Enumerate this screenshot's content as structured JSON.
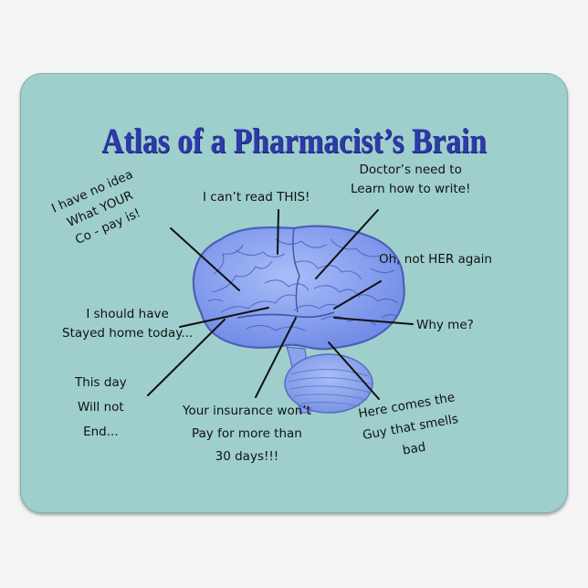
{
  "title": "Atlas of a Pharmacist’s Brain",
  "labels": {
    "no_idea": [
      "I have no idea",
      "What YOUR",
      "Co - pay is!"
    ],
    "cant_read": [
      "I can’t read THIS!"
    ],
    "doctors": [
      "Doctor’s need to",
      "Learn how to write!"
    ],
    "not_her": [
      "Oh, not HER again"
    ],
    "why_me": [
      "Why me?"
    ],
    "stayed_home": [
      "I should have",
      "Stayed home today..."
    ],
    "day_end": [
      "This day",
      "Will not",
      "End..."
    ],
    "insurance": [
      "Your insurance won’t",
      "Pay for more than",
      "30 days!!!"
    ],
    "smells": [
      "Here comes the",
      "Guy that smells",
      "bad"
    ]
  },
  "colors": {
    "background": "#9ecfcc",
    "title": "#2d3aa8",
    "brain": "#7f9cf0",
    "brain_outline": "#4a5fb8"
  }
}
